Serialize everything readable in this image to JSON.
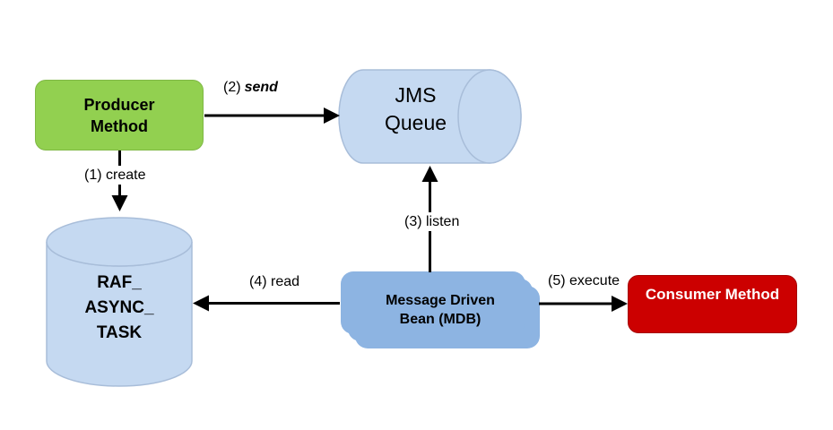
{
  "diagram": {
    "colors": {
      "producer_fill": "#92d050",
      "cylinder_fill": "#c5d9f1",
      "cylinder_stroke": "#a8bdd9",
      "mdb_fill": "#8db4e2",
      "consumer_fill": "#cc0000",
      "arrow": "#000000"
    },
    "nodes": {
      "producer": {
        "line1": "Producer",
        "line2": "Method"
      },
      "jms_queue": {
        "line1": "JMS",
        "line2": "Queue"
      },
      "raf_task": {
        "line1": "RAF_",
        "line2": "ASYNC_",
        "line3": "TASK"
      },
      "mdb": {
        "line1": "Message Driven",
        "line2": "Bean (MDB)"
      },
      "consumer": {
        "label": "Consumer Method"
      }
    },
    "edges": {
      "create": {
        "label": "(1) create"
      },
      "send": {
        "prefix": "(2)",
        "verb": "send"
      },
      "listen": {
        "label": "(3) listen"
      },
      "read": {
        "label": "(4) read"
      },
      "execute": {
        "label": "(5) execute"
      }
    }
  }
}
